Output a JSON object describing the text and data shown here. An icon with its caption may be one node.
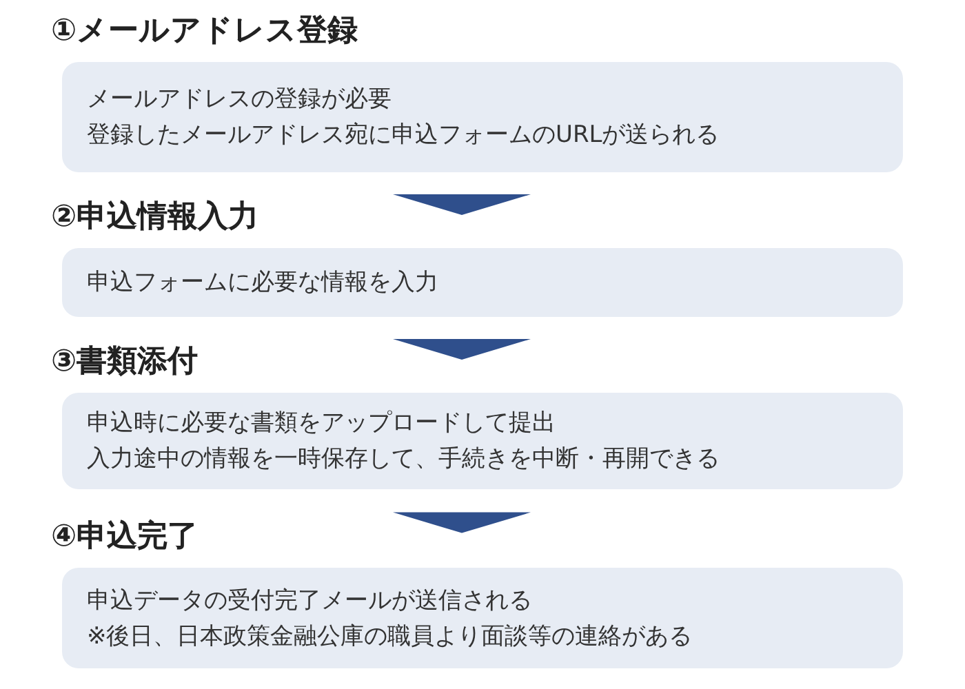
{
  "diagram": {
    "nodes": [
      {
        "text": [
          "①メールアドレス登録",
          "メールアドレスの登録が必要",
          "登録したメールアドレス宛に申込フォームのURLが送られる"
        ]
      },
      {
        "text": [
          "②申込情報入力",
          "申込フォームに必要な情報を入力"
        ]
      },
      {
        "text": [
          "③書類添付",
          "申込時に必要な書類をアップロードして提出",
          "入力途中の情報を一時保存して、手続きを中断・再開できる"
        ]
      },
      {
        "text": [
          "④申込完了",
          "申込データの受付完了メールが送信される",
          "※後日、日本政策金融公庫の職員より面談等の連絡がある"
        ]
      }
    ],
    "edges": [
      {
        "from": 0,
        "to": 1,
        "arrow": "to"
      },
      {
        "from": 1,
        "to": 2,
        "arrow": "to"
      },
      {
        "from": 2,
        "to": 3,
        "arrow": "to"
      }
    ]
  }
}
